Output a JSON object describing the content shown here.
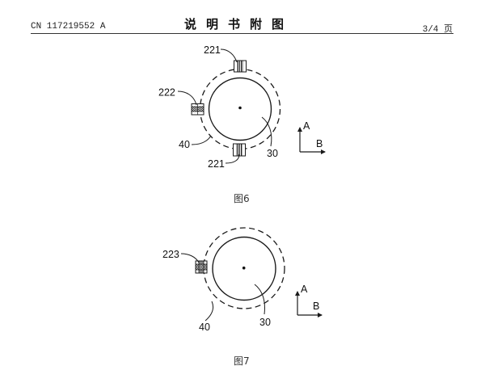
{
  "header": {
    "doc_id": "CN 117219552 A",
    "title": "说明书附图",
    "page": "3/4 页"
  },
  "figures": [
    {
      "caption": "图6",
      "labels": {
        "top_sensor": "221",
        "left_sensor": "222",
        "bottom_sensor": "221",
        "outer_ring": "40",
        "inner_circle": "30",
        "axis_a": "A",
        "axis_b": "B"
      }
    },
    {
      "caption": "图7",
      "labels": {
        "left_sensor": "223",
        "outer_ring": "40",
        "inner_circle": "30",
        "axis_a": "A",
        "axis_b": "B"
      }
    }
  ],
  "colors": {
    "line": "#1a1a1a",
    "rule": "#333333",
    "background": "#ffffff"
  }
}
